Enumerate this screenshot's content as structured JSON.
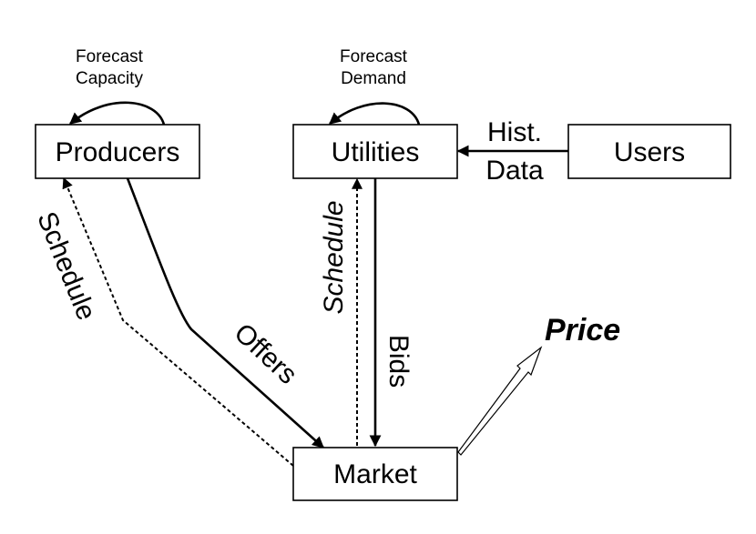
{
  "nodes": {
    "producers": "Producers",
    "utilities": "Utilities",
    "users": "Users",
    "market": "Market"
  },
  "loops": {
    "producers_line1": "Forecast",
    "producers_line2": "Capacity",
    "utilities_line1": "Forecast",
    "utilities_line2": "Demand"
  },
  "edges": {
    "hist_line1": "Hist.",
    "hist_line2": "Data",
    "offers": "Offers",
    "bids": "Bids",
    "schedule_left": "Schedule",
    "schedule_mid": "Schedule",
    "price": "Price"
  }
}
